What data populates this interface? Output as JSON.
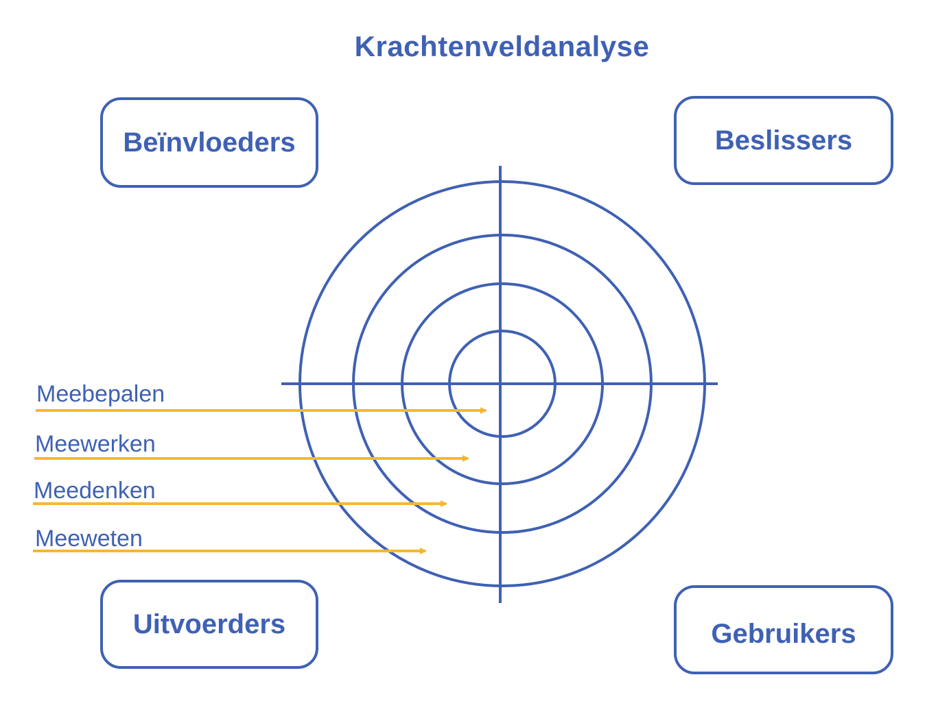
{
  "title": "Krachtenveldanalyse",
  "quadrants": {
    "top_left": "Beïnvloeders",
    "top_right": "Beslissers",
    "bottom_left": "Uitvoerders",
    "bottom_right": "Gebruikers"
  },
  "levels": [
    {
      "label": "Meebepalen",
      "ring": 1
    },
    {
      "label": "Meewerken",
      "ring": 2
    },
    {
      "label": "Meedenken",
      "ring": 3
    },
    {
      "label": "Meeweten",
      "ring": 4
    }
  ],
  "colors": {
    "primary": "#3f61b3",
    "arrow": "#f8b630",
    "background": "#ffffff"
  }
}
